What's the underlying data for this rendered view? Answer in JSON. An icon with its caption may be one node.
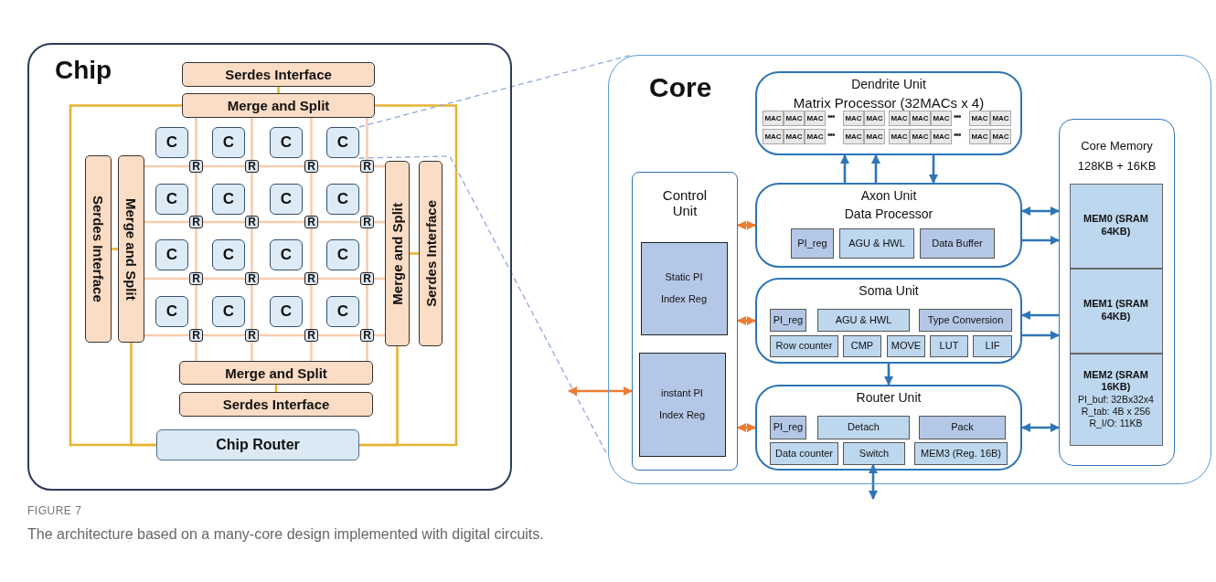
{
  "diagram": {
    "caption": "The architecture based on a many-core design implemented with digital circuits.",
    "nodes": [
      {
        "text": [
          "Chip"
        ]
      },
      {
        "text": [
          "Serdes Interface"
        ],
        "in": 0
      },
      {
        "text": [
          "Merge and Split"
        ],
        "in": 0
      },
      {
        "text": [
          "Serdes Interface"
        ],
        "in": 0
      },
      {
        "text": [
          "Merge and Split"
        ],
        "in": 0
      },
      {
        "text": [
          "C"
        ],
        "in": 0
      },
      {
        "text": [
          "C"
        ],
        "in": 0
      },
      {
        "text": [
          "C"
        ],
        "in": 0
      },
      {
        "text": [
          "C"
        ],
        "in": 0
      },
      {
        "text": [
          "C"
        ],
        "in": 0
      },
      {
        "text": [
          "C"
        ],
        "in": 0
      },
      {
        "text": [
          "C"
        ],
        "in": 0
      },
      {
        "text": [
          "C"
        ],
        "in": 0
      },
      {
        "text": [
          "C"
        ],
        "in": 0
      },
      {
        "text": [
          "C"
        ],
        "in": 0
      },
      {
        "text": [
          "C"
        ],
        "in": 0
      },
      {
        "text": [
          "C"
        ],
        "in": 0
      },
      {
        "text": [
          "C"
        ],
        "in": 0
      },
      {
        "text": [
          "C"
        ],
        "in": 0
      },
      {
        "text": [
          "C"
        ],
        "in": 0
      },
      {
        "text": [
          "C"
        ],
        "in": 0
      },
      {
        "text": [
          "R"
        ],
        "in": 0
      },
      {
        "text": [
          "R"
        ],
        "in": 0
      },
      {
        "text": [
          "R"
        ],
        "in": 0
      },
      {
        "text": [
          "R"
        ],
        "in": 0
      },
      {
        "text": [
          "R"
        ],
        "in": 0
      },
      {
        "text": [
          "R"
        ],
        "in": 0
      },
      {
        "text": [
          "R"
        ],
        "in": 0
      },
      {
        "text": [
          "R"
        ],
        "in": 0
      },
      {
        "text": [
          "R"
        ],
        "in": 0
      },
      {
        "text": [
          "R"
        ],
        "in": 0
      },
      {
        "text": [
          "R"
        ],
        "in": 0
      },
      {
        "text": [
          "R"
        ],
        "in": 0
      },
      {
        "text": [
          "R"
        ],
        "in": 0
      },
      {
        "text": [
          "R"
        ],
        "in": 0
      },
      {
        "text": [
          "R"
        ],
        "in": 0
      },
      {
        "text": [
          "R"
        ],
        "in": 0
      },
      {
        "text": [
          "Merge and Split"
        ],
        "in": 0
      },
      {
        "text": [
          "Serdes Interface"
        ],
        "in": 0
      },
      {
        "text": [
          "Merge and Split"
        ],
        "in": 0
      },
      {
        "text": [
          "Serdes Interface"
        ],
        "in": 0
      },
      {
        "text": [
          "Chip Router"
        ],
        "in": 0
      },
      {
        "text": [
          "Core"
        ]
      },
      {
        "text": [
          "Dendrite Unit",
          "Matrix Processor (32MACs x 4)"
        ],
        "in": 42
      },
      {
        "text": [
          "MAC"
        ],
        "in": 43
      },
      {
        "text": [
          "MAC"
        ],
        "in": 43
      },
      {
        "text": [
          "MAC"
        ],
        "in": 43
      },
      {
        "text": [
          "MAC"
        ],
        "in": 43
      },
      {
        "text": [
          "MAC"
        ],
        "in": 43
      },
      {
        "text": [
          "MAC"
        ],
        "in": 43
      },
      {
        "text": [
          "MAC"
        ],
        "in": 43
      },
      {
        "text": [
          "MAC"
        ],
        "in": 43
      },
      {
        "text": [
          "MAC"
        ],
        "in": 43
      },
      {
        "text": [
          "MAC"
        ],
        "in": 43
      },
      {
        "text": [
          "MAC"
        ],
        "in": 43
      },
      {
        "text": [
          "MAC"
        ],
        "in": 43
      },
      {
        "text": [
          "MAC"
        ],
        "in": 43
      },
      {
        "text": [
          "MAC"
        ],
        "in": 43
      },
      {
        "text": [
          "MAC"
        ],
        "in": 43
      },
      {
        "text": [
          "MAC"
        ],
        "in": 43
      },
      {
        "text": [
          "MAC"
        ],
        "in": 43
      },
      {
        "text": [
          "MAC"
        ],
        "in": 43
      },
      {
        "text": [
          "MAC"
        ],
        "in": 43
      },
      {
        "text": [
          "MAC"
        ],
        "in": 43
      },
      {
        "text": [
          "Control Unit"
        ],
        "in": 42
      },
      {
        "text": [
          "Static PI Index Reg"
        ],
        "in": 64
      },
      {
        "text": [
          "instant PI Index Reg"
        ],
        "in": 64
      },
      {
        "text": [
          "Axon Unit",
          "Data Processor"
        ],
        "in": 42
      },
      {
        "text": [
          "PI_reg"
        ],
        "in": 67
      },
      {
        "text": [
          "AGU & HWL"
        ],
        "in": 67
      },
      {
        "text": [
          "Data Buffer"
        ],
        "in": 67
      },
      {
        "text": [
          "Soma Unit"
        ],
        "in": 42
      },
      {
        "text": [
          "PI_reg"
        ],
        "in": 71
      },
      {
        "text": [
          "AGU & HWL"
        ],
        "in": 71
      },
      {
        "text": [
          "Type Conversion"
        ],
        "in": 71
      },
      {
        "text": [
          "Row counter"
        ],
        "in": 71
      },
      {
        "text": [
          "CMP"
        ],
        "in": 71
      },
      {
        "text": [
          "MOVE"
        ],
        "in": 71
      },
      {
        "text": [
          "LUT"
        ],
        "in": 71
      },
      {
        "text": [
          "LIF"
        ],
        "in": 71
      },
      {
        "text": [
          "Router Unit"
        ],
        "in": 42
      },
      {
        "text": [
          "PI_reg"
        ],
        "in": 80
      },
      {
        "text": [
          "Detach"
        ],
        "in": 80
      },
      {
        "text": [
          "Pack"
        ],
        "in": 80
      },
      {
        "text": [
          "Data counter"
        ],
        "in": 80
      },
      {
        "text": [
          "Switch"
        ],
        "in": 80
      },
      {
        "text": [
          "MEM3 (Reg. 16B)"
        ],
        "in": 80
      },
      {
        "text": [
          "Core Memory",
          "128KB + 16KB"
        ],
        "in": 42
      },
      {
        "text": [
          "MEM0 (SRAM 64KB)"
        ],
        "in": 87
      },
      {
        "text": [
          "MEM1 (SRAM 64KB)"
        ],
        "in": 87
      },
      {
        "text": [
          "MEM2 (SRAM 16KB)",
          "PI_buf: 32Bx32x4",
          "R_tab: 4B x 256",
          "R_I/O: 11KB"
        ],
        "in": 87
      }
    ],
    "edges": [
      {
        "from": 1,
        "to": 2,
        "arrow": "none",
        "color": "#e6b334"
      },
      {
        "from": 2,
        "to": 41,
        "arrow": "none",
        "color": "#e6b334"
      },
      {
        "from": 2,
        "to": 41,
        "arrow": "none",
        "color": "#e6b334"
      },
      {
        "from": 4,
        "to": 3,
        "arrow": "none",
        "color": "#e6b334"
      },
      {
        "from": 4,
        "to": 41,
        "arrow": "none",
        "color": "#e6b334"
      },
      {
        "from": 37,
        "to": 38,
        "arrow": "none",
        "color": "#e6b334"
      },
      {
        "from": 37,
        "to": 41,
        "arrow": "none",
        "color": "#e6b334"
      },
      {
        "from": 39,
        "to": 40,
        "arrow": "none",
        "color": "#e6b334"
      },
      {
        "from": 2,
        "to": 21,
        "arrow": "none"
      },
      {
        "from": 2,
        "to": 22,
        "arrow": "none"
      },
      {
        "from": 2,
        "to": 23,
        "arrow": "none"
      },
      {
        "from": 2,
        "to": 24,
        "arrow": "none"
      },
      {
        "from": 4,
        "to": 21,
        "arrow": "none"
      },
      {
        "from": 4,
        "to": 25,
        "arrow": "none"
      },
      {
        "from": 4,
        "to": 29,
        "arrow": "none"
      },
      {
        "from": 4,
        "to": 33,
        "arrow": "none"
      },
      {
        "from": 21,
        "to": 22,
        "arrow": "none"
      },
      {
        "from": 22,
        "to": 23,
        "arrow": "none"
      },
      {
        "from": 23,
        "to": 24,
        "arrow": "none"
      },
      {
        "from": 25,
        "to": 26,
        "arrow": "none"
      },
      {
        "from": 26,
        "to": 27,
        "arrow": "none"
      },
      {
        "from": 27,
        "to": 28,
        "arrow": "none"
      },
      {
        "from": 29,
        "to": 30,
        "arrow": "none"
      },
      {
        "from": 30,
        "to": 31,
        "arrow": "none"
      },
      {
        "from": 31,
        "to": 32,
        "arrow": "none"
      },
      {
        "from": 33,
        "to": 34,
        "arrow": "none"
      },
      {
        "from": 34,
        "to": 35,
        "arrow": "none"
      },
      {
        "from": 35,
        "to": 36,
        "arrow": "none"
      },
      {
        "from": 24,
        "to": 37,
        "arrow": "none"
      },
      {
        "from": 28,
        "to": 37,
        "arrow": "none"
      },
      {
        "from": 32,
        "to": 37,
        "arrow": "none"
      },
      {
        "from": 36,
        "to": 37,
        "arrow": "none"
      },
      {
        "from": 21,
        "to": 25,
        "arrow": "none"
      },
      {
        "from": 22,
        "to": 26,
        "arrow": "none"
      },
      {
        "from": 23,
        "to": 27,
        "arrow": "none"
      },
      {
        "from": 24,
        "to": 28,
        "arrow": "none"
      },
      {
        "from": 25,
        "to": 29,
        "arrow": "none"
      },
      {
        "from": 26,
        "to": 30,
        "arrow": "none"
      },
      {
        "from": 27,
        "to": 31,
        "arrow": "none"
      },
      {
        "from": 28,
        "to": 32,
        "arrow": "none"
      },
      {
        "from": 29,
        "to": 33,
        "arrow": "none"
      },
      {
        "from": 30,
        "to": 34,
        "arrow": "none"
      },
      {
        "from": 31,
        "to": 35,
        "arrow": "none"
      },
      {
        "from": 32,
        "to": 36,
        "arrow": "none"
      },
      {
        "from": 33,
        "to": 39,
        "arrow": "none"
      },
      {
        "from": 34,
        "to": 39,
        "arrow": "none"
      },
      {
        "from": 35,
        "to": 39,
        "arrow": "none"
      },
      {
        "from": 36,
        "to": 39,
        "arrow": "none"
      },
      {
        "from": 8,
        "to": 42,
        "arrow": "none",
        "style": "dashed",
        "color": "#8eaadb"
      },
      {
        "from": 8,
        "to": 42,
        "arrow": "none",
        "style": "dashed",
        "color": "#8eaadb"
      },
      {
        "from": 67,
        "to": 43,
        "arrow": "to",
        "color": "#2e75b6"
      },
      {
        "from": 67,
        "to": 43,
        "arrow": "to",
        "color": "#2e75b6"
      },
      {
        "from": 43,
        "to": 67,
        "arrow": "to",
        "color": "#2e75b6"
      },
      {
        "from": 71,
        "to": 80,
        "arrow": "to",
        "color": "#2e75b6"
      },
      {
        "from": 85,
        "to": null,
        "arrow": "both",
        "color": "#2e75b6"
      },
      {
        "from": 67,
        "to": 87,
        "arrow": "both",
        "color": "#2e75b6"
      },
      {
        "from": 67,
        "to": 87,
        "arrow": "to",
        "color": "#2e75b6"
      },
      {
        "from": 87,
        "to": 71,
        "arrow": "to",
        "color": "#2e75b6"
      },
      {
        "from": 71,
        "to": 87,
        "arrow": "to",
        "color": "#2e75b6"
      },
      {
        "from": 80,
        "to": 87,
        "arrow": "both",
        "color": "#2e75b6"
      },
      {
        "from": 64,
        "to": 67,
        "arrow": "both",
        "color": "#ed7d31"
      },
      {
        "from": 64,
        "to": 71,
        "arrow": "both",
        "color": "#ed7d31"
      },
      {
        "from": 64,
        "to": 80,
        "arrow": "both",
        "color": "#ed7d31"
      },
      {
        "from": null,
        "to": 64,
        "arrow": "both",
        "color": "#ed7d31"
      }
    ],
    "labels": [
      "•••",
      "•••",
      "•••",
      "•••",
      "FIGURE 7"
    ]
  }
}
